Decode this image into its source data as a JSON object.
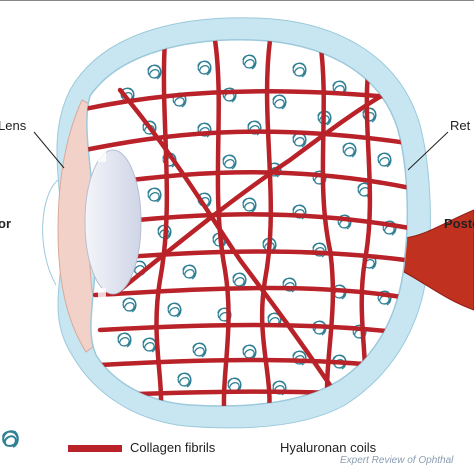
{
  "labels": {
    "lens": "Lens",
    "anterior": "or",
    "retina": "Ret",
    "posterior": "Poste"
  },
  "legend": {
    "collagen": "Collagen fibrils",
    "hyaluronan": "Hyaluronan coils"
  },
  "credit": "Expert Review of Ophthal",
  "colors": {
    "collagen": "#b82228",
    "hyaluronan": "#2f7f95",
    "vitreous": "#ffffff",
    "eye_wall": "#c7e6f1",
    "lens": "#dfe3ef",
    "cornea": "#f2d2c8"
  }
}
